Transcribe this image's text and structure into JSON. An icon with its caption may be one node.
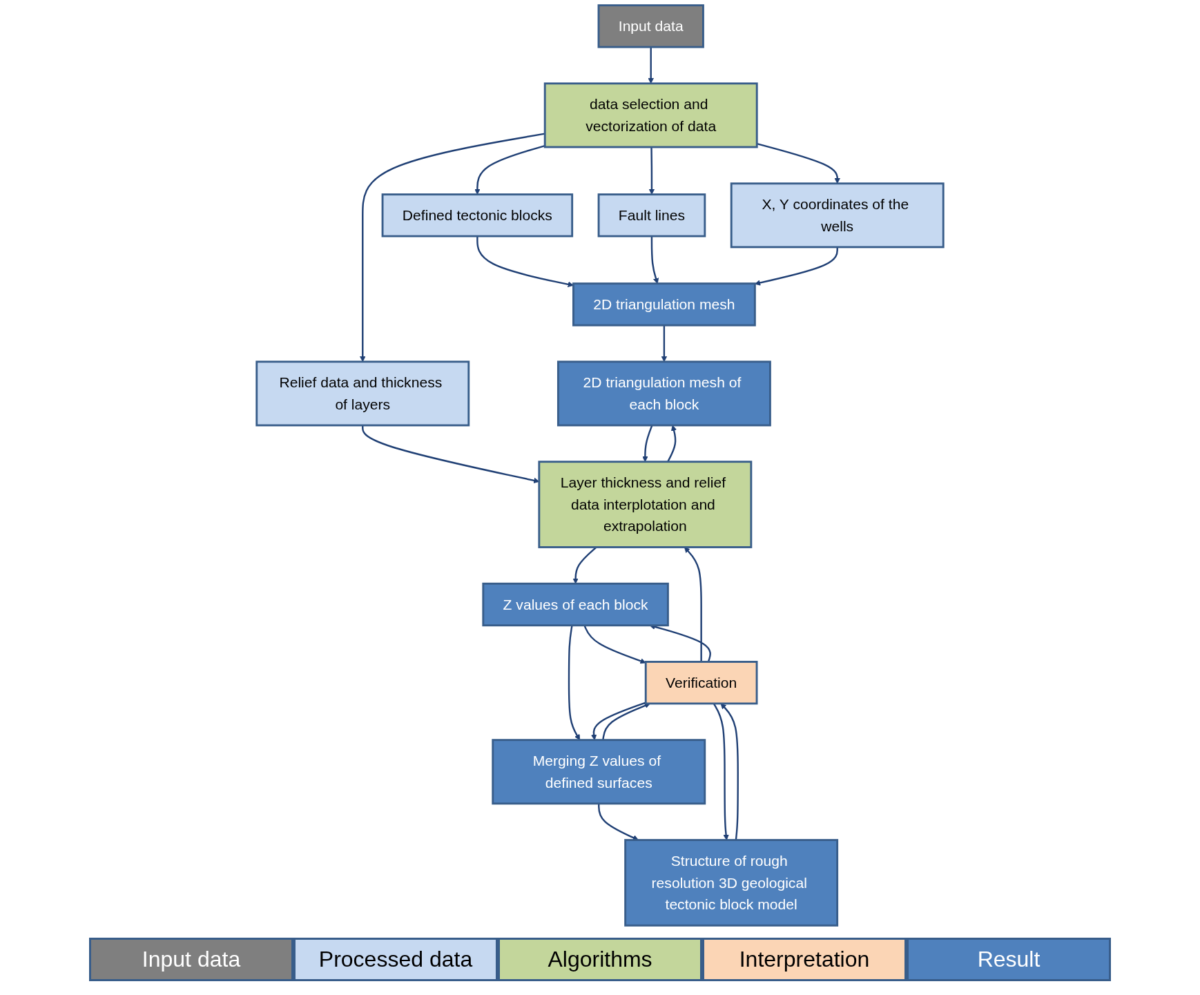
{
  "diagram": {
    "nodes": [
      {
        "text": [
          "Input data"
        ]
      },
      {
        "text": [
          "data selection and vectorization of data"
        ]
      },
      {
        "text": [
          "Defined tectonic blocks"
        ]
      },
      {
        "text": [
          "Fault lines"
        ]
      },
      {
        "text": [
          "X, Y coordinates of the wells"
        ]
      },
      {
        "text": [
          "Relief data and thickness of layers"
        ]
      },
      {
        "text": [
          "2D triangulation mesh"
        ]
      },
      {
        "text": [
          "2D triangulation mesh of each block"
        ]
      },
      {
        "text": [
          "Layer thickness and relief data interplotation and extrapolation"
        ]
      },
      {
        "text": [
          "Z values of each block"
        ]
      },
      {
        "text": [
          "Merging Z values of defined surfaces"
        ]
      },
      {
        "text": [
          "Structure of rough resolution 3D geological tectonic block model"
        ]
      },
      {
        "text": [
          "Verification"
        ]
      }
    ],
    "edges": [
      {
        "from": 0,
        "to": 1,
        "arrow": "to"
      },
      {
        "from": 1,
        "to": 2,
        "arrow": "to"
      },
      {
        "from": 1,
        "to": 3,
        "arrow": "to"
      },
      {
        "from": 1,
        "to": 4,
        "arrow": "to"
      },
      {
        "from": 1,
        "to": 5,
        "arrow": "to"
      },
      {
        "from": 2,
        "to": 6,
        "arrow": "to"
      },
      {
        "from": 3,
        "to": 6,
        "arrow": "to"
      },
      {
        "from": 4,
        "to": 6,
        "arrow": "to"
      },
      {
        "from": 5,
        "to": 8,
        "arrow": "to"
      },
      {
        "from": 6,
        "to": 7,
        "arrow": "to"
      },
      {
        "from": 8,
        "to": 7,
        "arrow": "to"
      },
      {
        "from": 7,
        "to": 8,
        "arrow": "to"
      },
      {
        "from": 8,
        "to": 9,
        "arrow": "to"
      },
      {
        "from": 12,
        "to": 8,
        "arrow": "to"
      },
      {
        "from": 9,
        "to": 12,
        "arrow": "to"
      },
      {
        "from": 12,
        "to": 9,
        "arrow": "to"
      },
      {
        "from": 9,
        "to": 10,
        "arrow": "to"
      },
      {
        "from": 12,
        "to": 10,
        "arrow": "to"
      },
      {
        "from": 10,
        "to": 12,
        "arrow": "to"
      },
      {
        "from": 10,
        "to": 11,
        "arrow": "to"
      },
      {
        "from": 12,
        "to": 11,
        "arrow": "to"
      },
      {
        "from": 11,
        "to": 12,
        "arrow": "to"
      }
    ],
    "legend": [
      {
        "text": "Input data",
        "color": "#7f7f7f"
      },
      {
        "text": "Processed data",
        "color": "#c6d9f1"
      },
      {
        "text": "Algorithms",
        "color": "#c3d69b"
      },
      {
        "text": "Interpretation",
        "color": "#fbd5b5"
      },
      {
        "text": "Result",
        "color": "#4f81bd"
      }
    ]
  }
}
